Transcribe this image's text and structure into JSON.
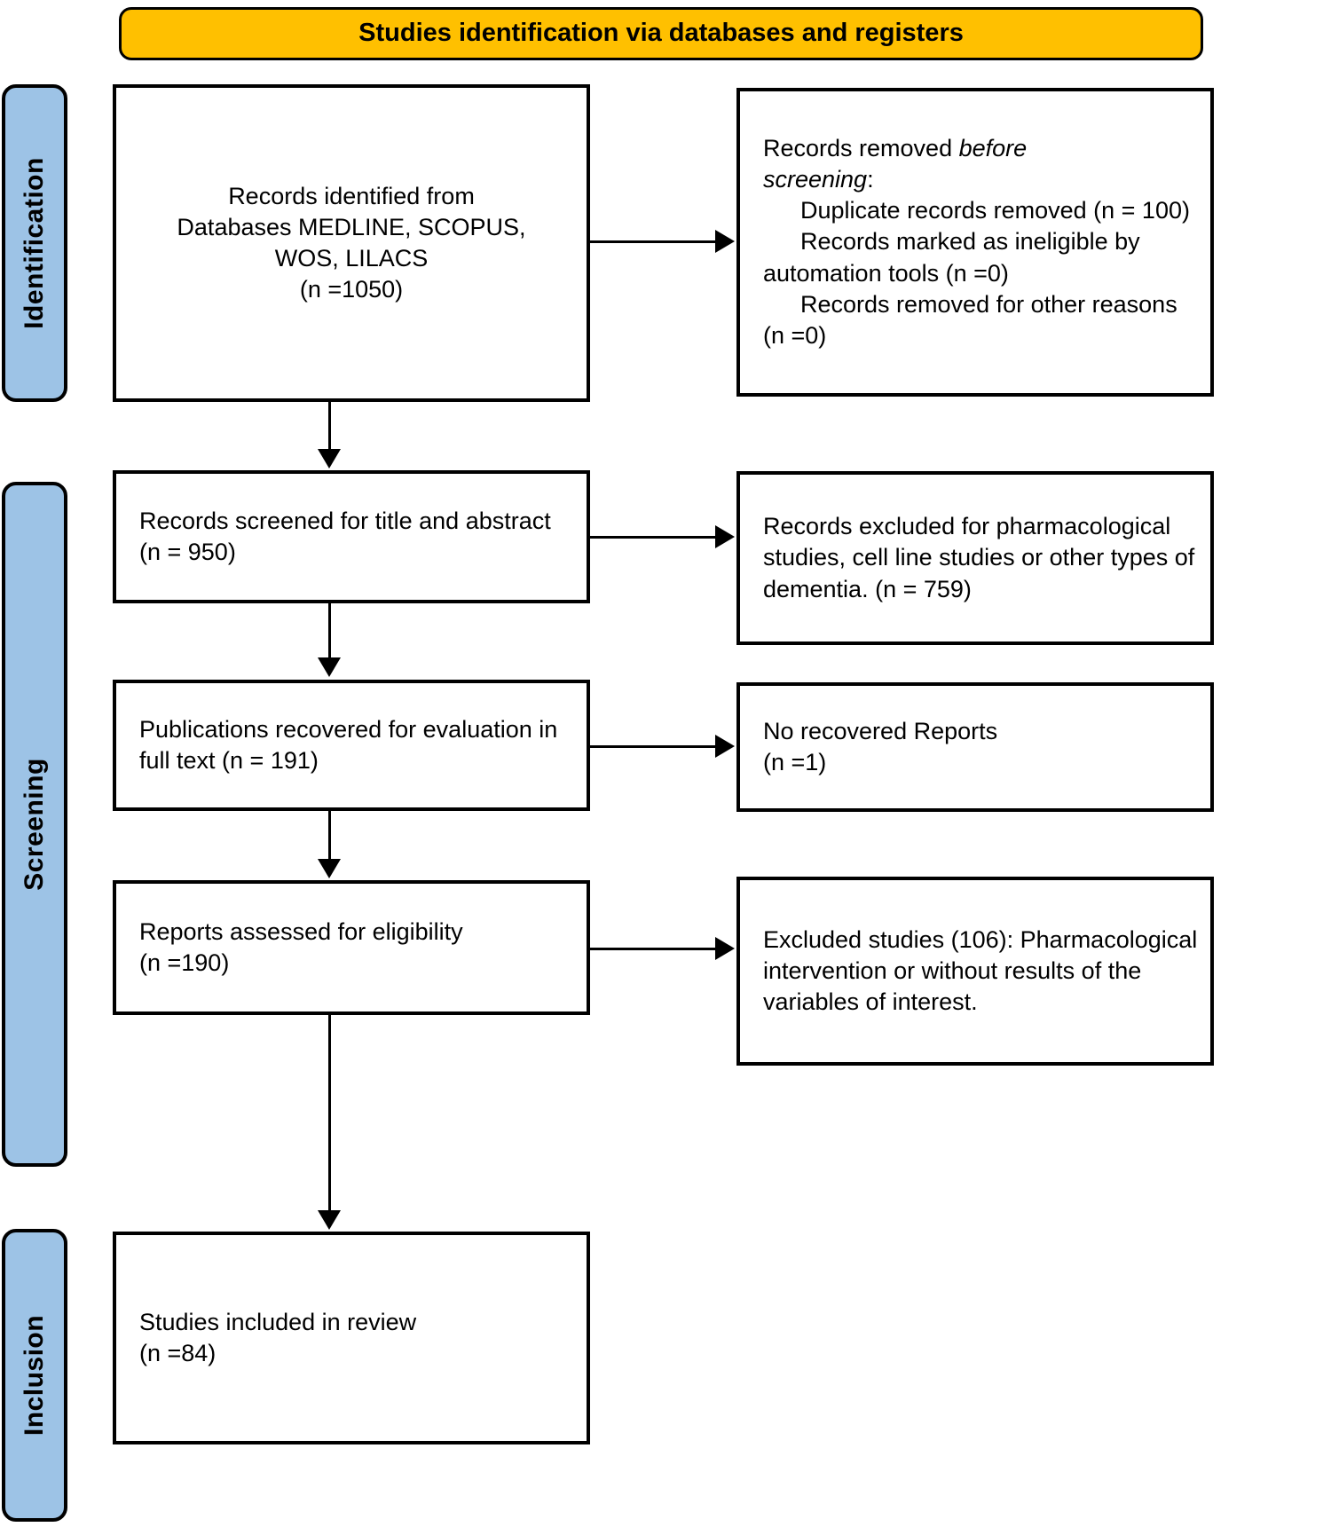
{
  "banner": {
    "title": "Studies identification via databases and registers"
  },
  "stages": [
    {
      "key": "identification",
      "label": "Identification"
    },
    {
      "key": "screening",
      "label": "Screening"
    },
    {
      "key": "inclusion",
      "label": "Inclusion"
    }
  ],
  "boxes": {
    "identified": {
      "text": "Records identified from\nDatabases MEDLINE, SCOPUS,\nWOS, LILACS\n(n =1050)"
    },
    "removed": {
      "line1_plain": "Records removed ",
      "line1_italic": "before",
      "line2_italic": "screening",
      "line2_plain": ":",
      "item1": "Duplicate records removed (n = 100)",
      "item2": "Records marked as ineligible by automation tools (n =0)",
      "item3": "Records removed for other reasons (n =0)"
    },
    "screened": {
      "text": "Records screened for title and abstract (n = 950)"
    },
    "excluded_pharmacological": {
      "text": "Records excluded for pharmacological studies, cell line studies or other types of dementia. (n = 759)"
    },
    "recovered": {
      "text": "Publications recovered for evaluation in full text (n = 191)"
    },
    "no_recovered": {
      "text": "No recovered Reports\n(n =1)"
    },
    "assessed": {
      "text": "Reports assessed for eligibility\n(n =190)"
    },
    "excluded_106": {
      "text": "Excluded studies (106): Pharmacological intervention or without results of the variables of interest."
    },
    "included": {
      "text": "Studies included in review\n(n =84)"
    }
  },
  "colors": {
    "banner_fill": "#FFC000",
    "stage_fill": "#9DC3E6",
    "stroke": "#000000",
    "box_fill": "#FFFFFF"
  }
}
